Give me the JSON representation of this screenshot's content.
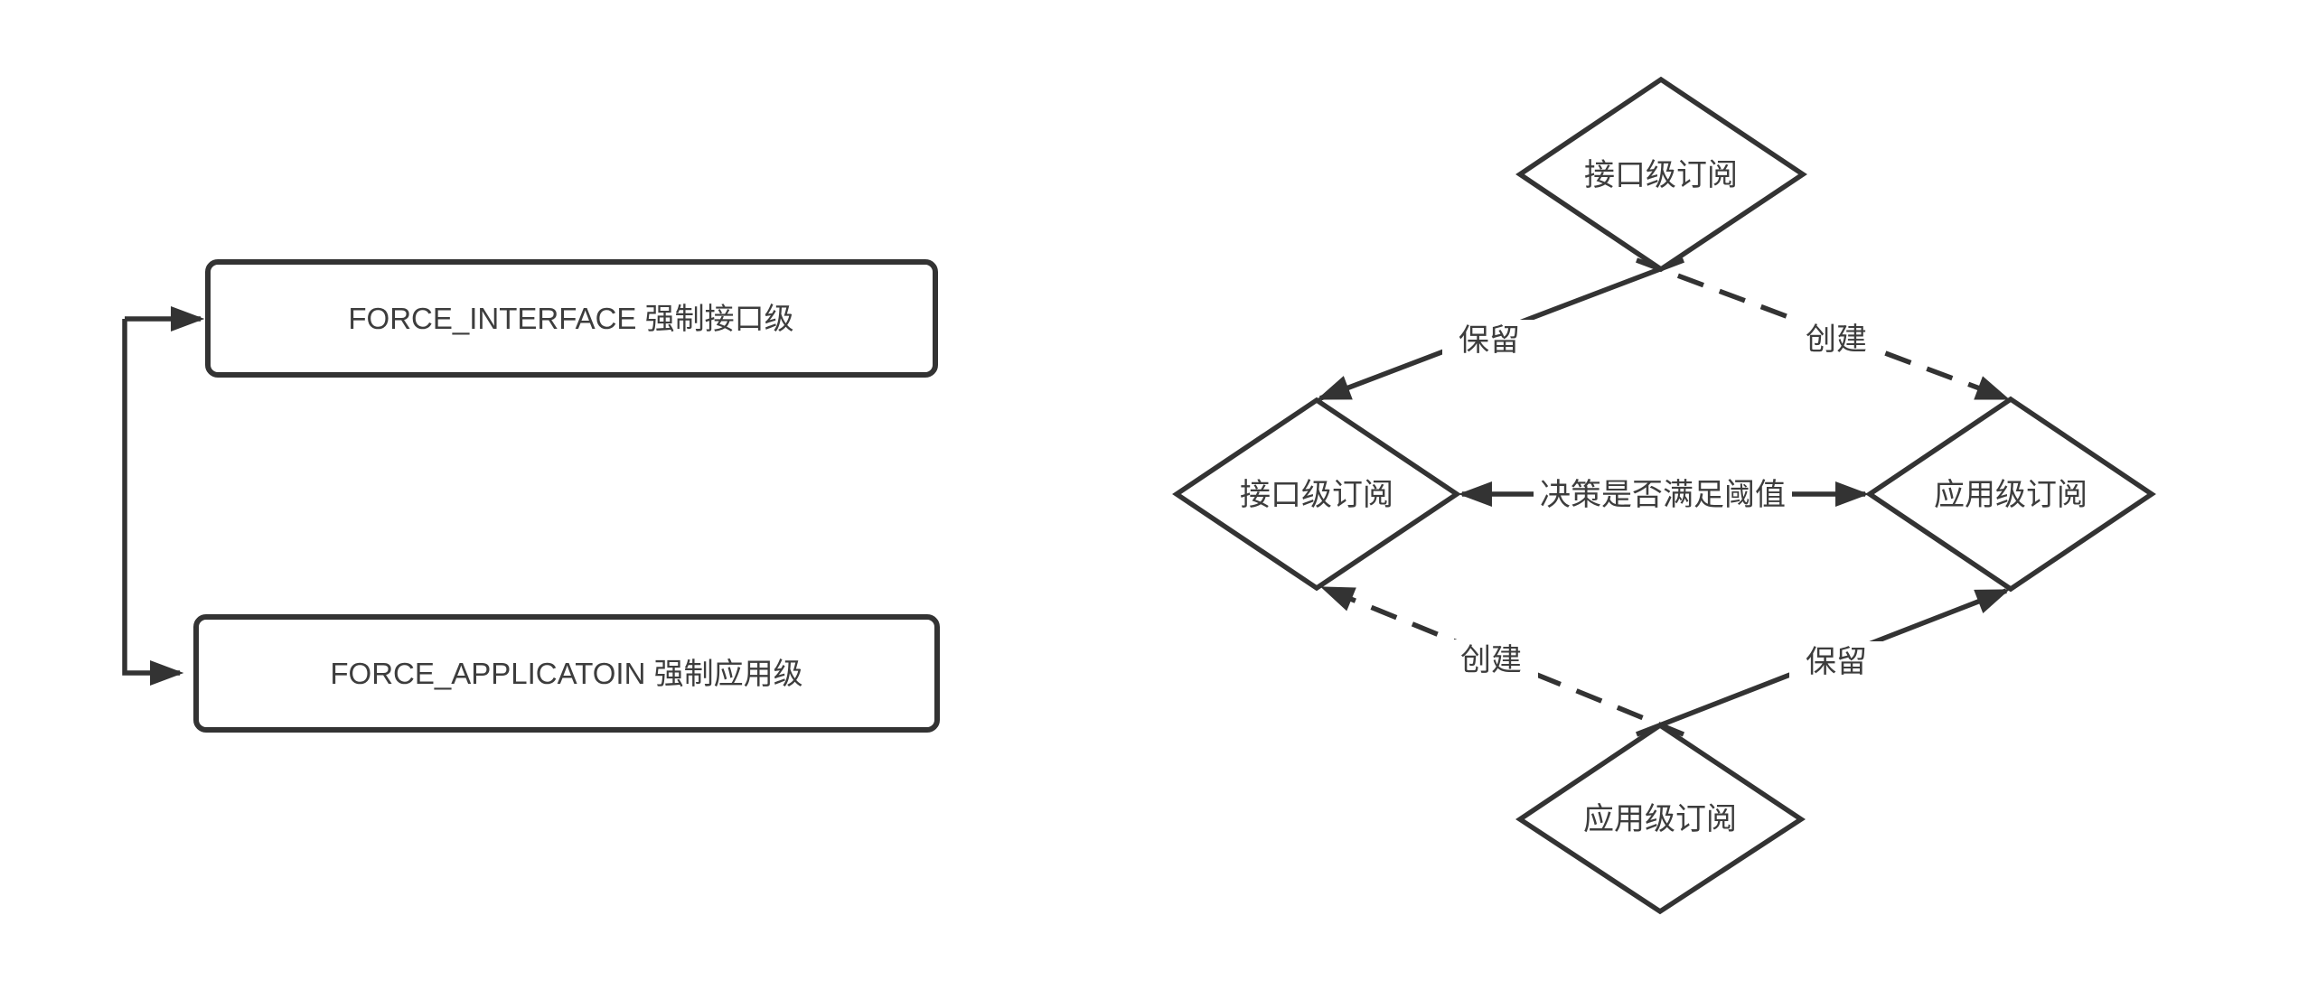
{
  "colors": {
    "stroke": "#333333",
    "text": "#3d3d3d",
    "canvas_bg": "#ffffff",
    "node_fill": "#ffffff"
  },
  "left_flow": {
    "boxes": [
      {
        "label": "FORCE_INTERFACE 强制接口级"
      },
      {
        "label": "FORCE_APPLICATOIN 强制应用级"
      }
    ]
  },
  "right_flow": {
    "diamonds": {
      "top": {
        "label": "接口级订阅"
      },
      "left": {
        "label": "接口级订阅"
      },
      "right": {
        "label": "应用级订阅"
      },
      "bottom": {
        "label": "应用级订阅"
      }
    },
    "center_label": "决策是否满足阈值",
    "edges": {
      "top_left": {
        "label": "保留",
        "style": "solid"
      },
      "top_right": {
        "label": "创建",
        "style": "dashed"
      },
      "bottom_right": {
        "label": "保留",
        "style": "solid"
      },
      "bottom_left": {
        "label": "创建",
        "style": "dashed"
      }
    }
  }
}
